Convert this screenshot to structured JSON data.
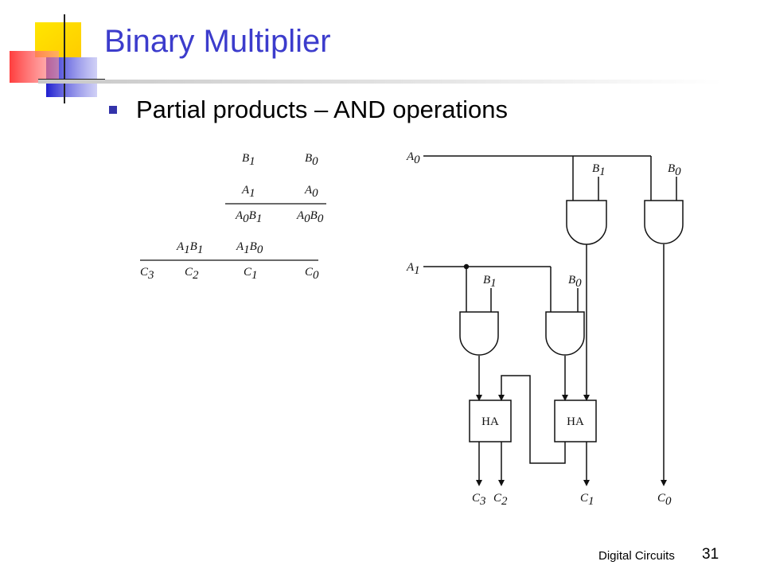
{
  "slide": {
    "title": "Binary Multiplier",
    "bullet": "Partial products – AND operations"
  },
  "equation": {
    "row1": [
      "B1",
      "B0"
    ],
    "row2": [
      "A1",
      "A0"
    ],
    "row3": [
      "A0B1",
      "A0B0"
    ],
    "row4": [
      "A1B1",
      "A1B0"
    ],
    "result": [
      "C3",
      "C2",
      "C1",
      "C0"
    ]
  },
  "circuit": {
    "inputs": [
      "A0",
      "A1",
      "B1",
      "B0"
    ],
    "half_adder_label": "HA",
    "outputs": [
      "C3",
      "C2",
      "C1",
      "C0"
    ]
  },
  "footer": {
    "course": "Digital Circuits",
    "page_number": "31"
  },
  "colors": {
    "title": "#3c3ccc",
    "bullet": "#3333aa",
    "logo_yellow": "#ffd700",
    "logo_red": "#ff4444",
    "logo_blue": "#2b2bd6"
  }
}
